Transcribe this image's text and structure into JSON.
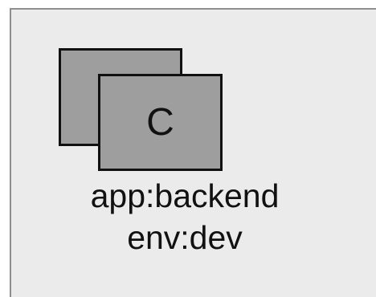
{
  "node": {
    "letter": "C",
    "labels": [
      "app:backend",
      "env:dev"
    ]
  },
  "colors": {
    "panel_background": "#ebebeb",
    "panel_border": "#8f8f8f",
    "box_fill": "#9e9e9e",
    "box_stroke": "#111111",
    "text": "#111111"
  }
}
